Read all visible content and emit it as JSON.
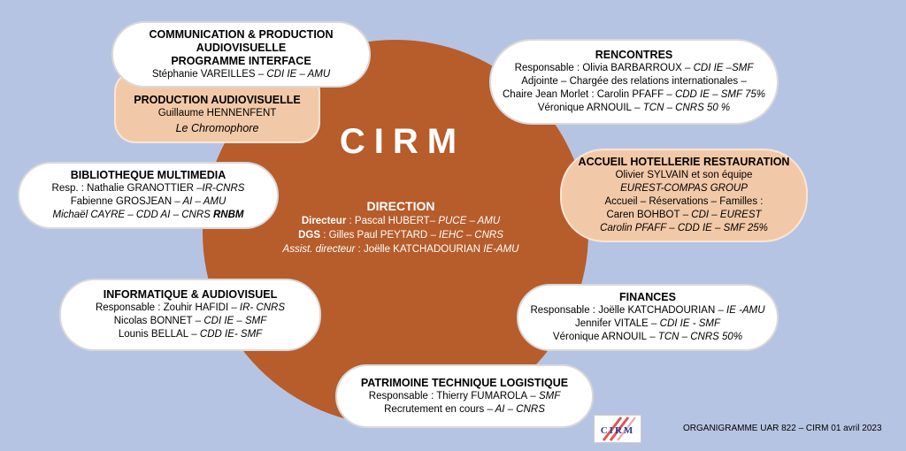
{
  "title": "CIRM",
  "direction": {
    "title": "DIRECTION",
    "lines": [
      {
        "label": "Directeur",
        "sep": " : ",
        "name": "Pascal HUBERT",
        "detail": "– PUCE – AMU"
      },
      {
        "label": "DGS",
        "sep": " : ",
        "name": "Gilles Paul PEYTARD",
        "detail": " – IEHC – CNRS"
      },
      {
        "label": "Assist. directeur",
        "sep": " : ",
        "name": "Joëlle KATCHADOURIAN",
        "detail": " IE-AMU"
      }
    ]
  },
  "communication": {
    "title1": "COMMUNICATION & PRODUCTION",
    "title2": "AUDIOVISUELLE",
    "title3": "PROGRAMME INTERFACE",
    "name": "Stéphanie VAREILLES",
    "detail": " – CDI IE – AMU"
  },
  "production": {
    "title": "PRODUCTION AUDIOVISUELLE",
    "name": "Guillaume HENNENFENT",
    "company": "Le  Chromophore"
  },
  "bibliotheque": {
    "title": "BIBLIOTHEQUE MULTIMEDIA",
    "l1_name": "Resp. : Nathalie GRANOTTIER",
    "l1_detail": "  –IR-CNRS",
    "l2_name": "Fabienne GROSJEAN",
    "l2_detail": " – AI – AMU",
    "l3_name": "Michaël CAYRE – CDD AI – CNRS ",
    "l3_bold": "RNBM"
  },
  "informatique": {
    "title": "INFORMATIQUE & AUDIOVISUEL",
    "l1_name": "Responsable : Zouhir HAFIDI",
    "l1_detail": " – IR- CNRS",
    "l2_name": "Nicolas BONNET",
    "l2_detail": " – CDI IE – SMF",
    "l3_name": "Lounis BELLAL",
    "l3_detail": " – CDD IE- SMF"
  },
  "rencontres": {
    "title": "RENCONTRES",
    "l1_name": "Responsable : Olivia BARBARROUX",
    "l1_detail": " – CDI IE –SMF",
    "l2": "Adjointe – Chargée des relations internationales –",
    "l3_name": "Chaire Jean Morlet : Carolin PFAFF",
    "l3_detail": " – CDD IE – SMF 75%",
    "l4_name": "Véronique ARNOUIL",
    "l4_detail": " – TCN – CNRS 50 %"
  },
  "accueil": {
    "title": "ACCUEIL HOTELLERIE RESTAURATION",
    "l1": "Olivier SYLVAIN et son équipe",
    "l2": "EUREST-COMPAS GROUP",
    "l3": "Accueil – Réservations – Familles :",
    "l4_name": "Caren BOHBOT",
    "l4_detail": " – CDI – EUREST",
    "l5": "Carolin PFAFF – CDD IE – SMF 25%"
  },
  "finances": {
    "title": "FINANCES",
    "l1_name": "Responsable : Joëlle KATCHADOURIAN",
    "l1_detail": " – IE -AMU",
    "l2_name": "Jennifer VITALE",
    "l2_detail": " – CDI IE - SMF",
    "l3_name": "Véronique ARNOUIL",
    "l3_detail": " – TCN – CNRS 50%"
  },
  "patrimoine": {
    "title": "PATRIMOINE TECHNIQUE LOGISTIQUE",
    "l1_name": "Responsable : Thierry FUMAROLA",
    "l1_detail": "  – SMF",
    "l2_name": "Recrutement en cours",
    "l2_detail": " – AI  – CNRS"
  },
  "logo_text": "CIRM",
  "footer": "ORGANIGRAMME UAR 822 – CIRM 01 avril 2023",
  "colors": {
    "background": "#b6c4e3",
    "circle": "#b75c2b",
    "peach": "#f2c9a8",
    "white": "#ffffff",
    "logo_red": "#e05555"
  }
}
